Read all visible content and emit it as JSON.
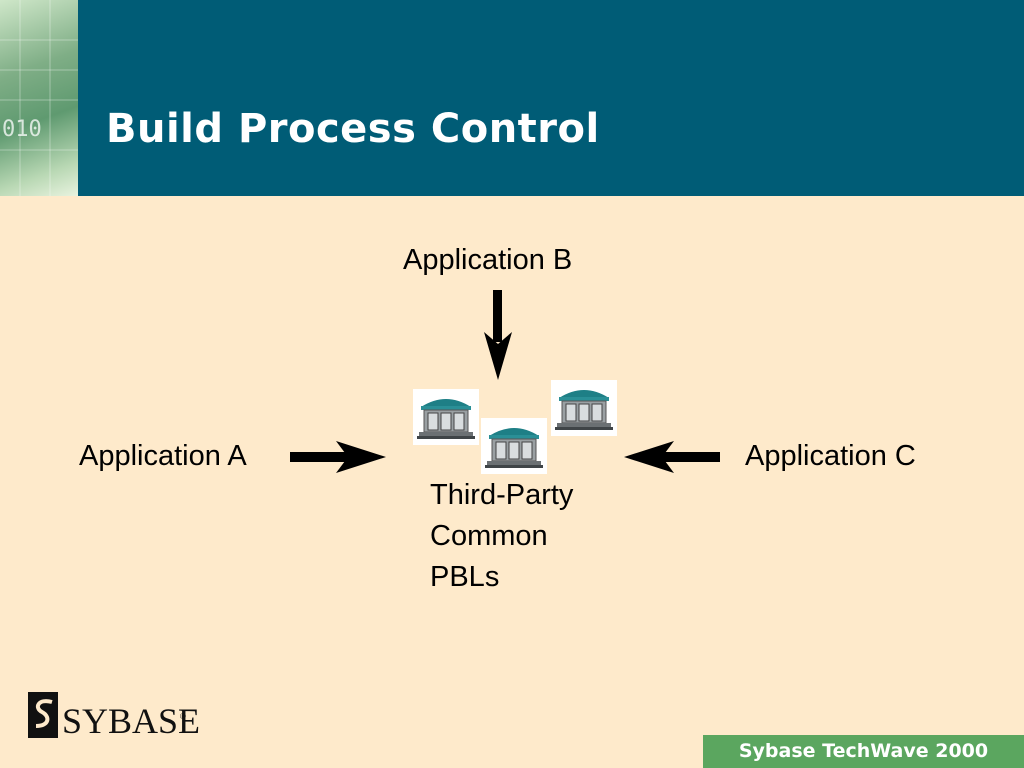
{
  "slide": {
    "title": "Build Process Control"
  },
  "diagram": {
    "application_b": "Application B",
    "application_a": "Application A",
    "application_c": "Application C",
    "caption_lines": [
      "Third-Party",
      "Common",
      "PBLs"
    ]
  },
  "branding": {
    "logo_text": "SYBASE",
    "logo_mark": "®",
    "footer_text": "Sybase TechWave 2000",
    "header_image_digits": "010"
  },
  "colors": {
    "header": "#005C76",
    "background": "#FEEACB",
    "footer": "#5BA65F",
    "pbl_icon": "#1E7F86"
  },
  "icons": [
    "pbl-library-icon",
    "arrow-down-icon",
    "arrow-right-icon",
    "arrow-left-icon",
    "sybase-logo-icon"
  ]
}
